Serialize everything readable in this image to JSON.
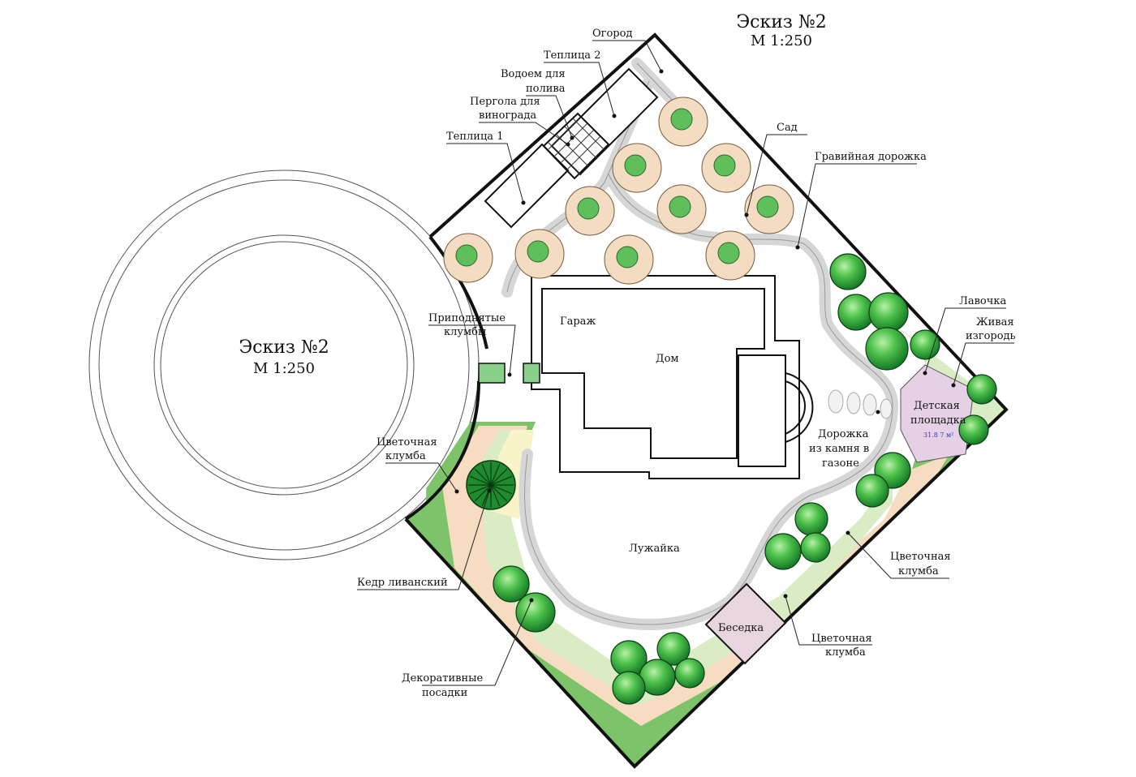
{
  "diagram": {
    "titles": [
      {
        "title": "Эскиз №2",
        "scale": "М 1:250"
      },
      {
        "title": "Эскиз №2",
        "scale": "М 1:250"
      }
    ],
    "labels": {
      "garden_beds": "Огород",
      "greenhouse2": "Теплица 2",
      "water_line1": "Водоем для",
      "water_line2": "полива",
      "pergola_line1": "Пергола для",
      "pergola_line2": "винограда",
      "greenhouse1": "Теплица 1",
      "orchard": "Сад",
      "gravel_path": "Гравийная дорожка",
      "bench": "Лавочка",
      "hedge_line1": "Живая",
      "hedge_line2": "изгородь",
      "playground_line1": "Детская",
      "playground_line2": "площадка",
      "playground_area": "31.8 7 м²",
      "stone_path_line1": "Дорожка",
      "stone_path_line2": "из камня в",
      "stone_path_line3": "газоне",
      "raised_beds_line1": "Приподнятые",
      "raised_beds_line2": "клумбы",
      "garage": "Гараж",
      "house": "Дом",
      "lawn": "Лужайка",
      "flowerbed_left_line1": "Цветочная",
      "flowerbed_left_line2": "клумба",
      "flowerbed_right_line1": "Цветочная",
      "flowerbed_right_line2": "клумба",
      "flowerbed_bottom_line1": "Цветочная",
      "flowerbed_bottom_line2": "клумба",
      "gazebo": "Беседка",
      "cedar": "Кедр ливанский",
      "decor_line1": "Декоративные",
      "decor_line2": "посадки"
    },
    "colors": {
      "border": "#111111",
      "lawn": "#ffffff",
      "flowerbed_green": "#7cc36a",
      "flowerbed_light": "#d9ecc4",
      "flowerbed_peach": "#f6dcc0",
      "flowerbed_yellow": "#f8f3c8",
      "tree_dark": "#1f8a2e",
      "tree_light": "#6fd36a",
      "orchard_tree": "#f3dcc2",
      "path_gray": "#d9d9d9",
      "playground": "#e6d0e6",
      "gazebo": "#e8d6df"
    }
  }
}
